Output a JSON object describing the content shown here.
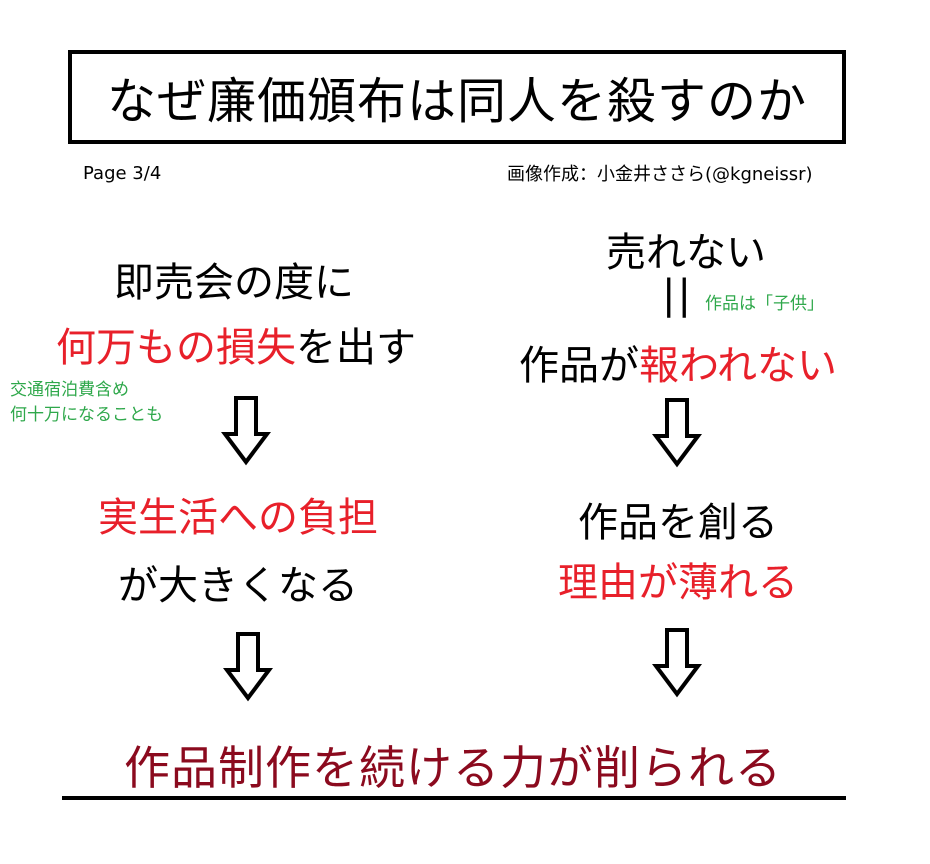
{
  "title": "なぜ廉価頒布は同人を殺すのか",
  "page_indicator": "Page  3/4",
  "credit": "画像作成：小金井ささら(@kgneissr)",
  "colors": {
    "red": "#e8202a",
    "green": "#2fa84b",
    "dark_red": "#8b0a1e",
    "black": "#000000"
  },
  "left": {
    "line1": "即売会の度に",
    "line2_red": "何万もの損失",
    "line2_rest": "を出す",
    "note1": "交通宿泊費含め",
    "note2": "何十万になることも",
    "line3_red": "実生活への負担",
    "line4": "が大きくなる"
  },
  "right": {
    "line1": "売れない",
    "equals": "||",
    "note": "作品は「子供」",
    "line2_prefix": "作品が",
    "line2_red": "報われない",
    "line3": "作品を創る",
    "line4_red": "理由が薄れる"
  },
  "conclusion": "作品制作を続ける力が削られる"
}
